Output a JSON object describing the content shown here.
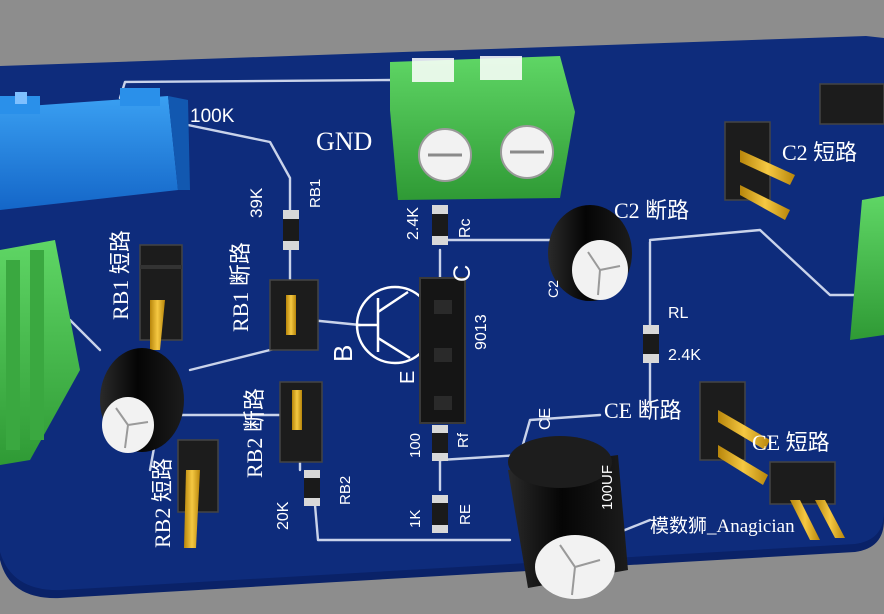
{
  "board": {
    "watermark": "模数狮_Anagician"
  },
  "labels": {
    "gnd": "GND",
    "res_100k": "100K",
    "res_39k": "39K",
    "rb1": "RB1",
    "rb1_short": "RB1 短路",
    "rb1_open": "RB1 断路",
    "rb2_open": "RB2 断路",
    "rb2_short": "RB2 短路",
    "rb2": "RB2",
    "res_20k": "20K",
    "res_2_4k_rc": "2.4K",
    "rc": "Rc",
    "node_c": "C",
    "node_b": "B",
    "node_e": "E",
    "transistor": "9013",
    "c2": "C2",
    "c2_short": "C2 短路",
    "c2_open": "C2 断路",
    "rl": "RL",
    "res_2_4k_rl": "2.4K",
    "ce": "CE",
    "ce_open": "CE 断路",
    "ce_short": "CE 短路",
    "cap_100uf": "100UF",
    "res_100": "100",
    "rf": "Rf",
    "res_1k": "1K",
    "re": "RE"
  },
  "colors": {
    "background": "#8d8d8d",
    "board": "#0e2c7c",
    "trace": "#c9d3ea",
    "terminal_green": "#49c24f",
    "pot_blue": "#1f86e3",
    "cap_black": "#111111",
    "header_gold": "#e3b217"
  }
}
